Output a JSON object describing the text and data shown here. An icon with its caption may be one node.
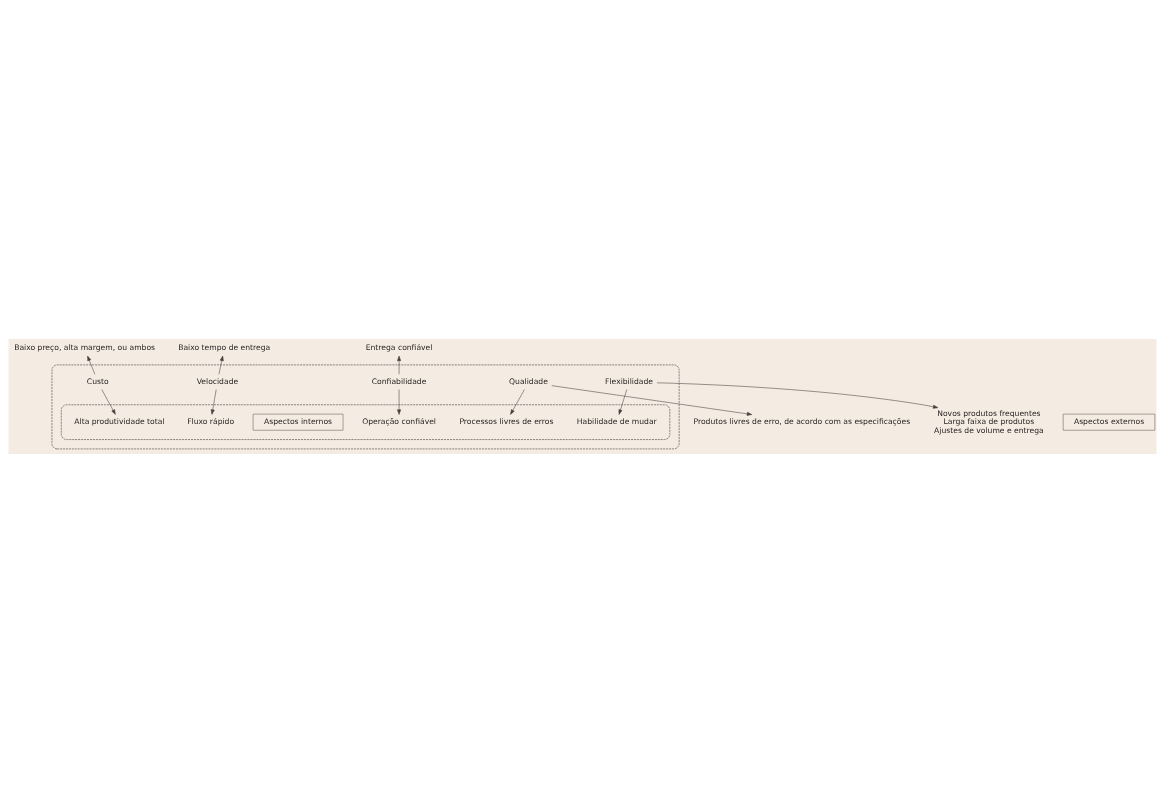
{
  "diagram": {
    "nodes": [
      {
        "text": [],
        "shape": "ellipse"
      },
      {
        "text": [
          "Baixo preço, alta margem, ou ambos"
        ]
      },
      {
        "text": [
          "Baixo tempo de entrega"
        ]
      },
      {
        "text": [
          "Custo"
        ],
        "in": 0
      },
      {
        "text": [
          "Entrega confiável"
        ]
      },
      {
        "text": [
          "Velocidade"
        ],
        "in": 0
      },
      {
        "text": [],
        "shape": "ellipse",
        "in": 0
      },
      {
        "text": [
          "Alta produtividade total"
        ],
        "in": 6
      },
      {
        "text": [
          "Confiabilidade"
        ],
        "in": 0
      },
      {
        "text": [
          "Fluxo rápido"
        ],
        "in": 6
      },
      {
        "text": [
          "Operação confiável"
        ],
        "in": 6
      },
      {
        "text": [
          "Aspectos internos"
        ],
        "in": 6
      },
      {
        "text": [
          "Processos livres de erros"
        ],
        "in": 6
      },
      {
        "text": [
          "Habilidade de mudar"
        ],
        "in": 6
      },
      {
        "text": [
          "Qualidade"
        ],
        "in": 0
      },
      {
        "text": [
          "Flexibilidade"
        ],
        "in": 0
      },
      {
        "text": [
          "Produtos livres de erro, de acordo com as especificações"
        ]
      },
      {
        "text": [
          "Novos produtos frequentes",
          "Larga faixa de produtos",
          "Ajustes de volume e entrega"
        ]
      },
      {
        "text": [
          "Aspectos externos"
        ]
      }
    ],
    "edges": [
      {
        "from": 3,
        "to": 1,
        "arrow": "to"
      },
      {
        "from": 3,
        "to": 7,
        "arrow": "to"
      },
      {
        "from": 5,
        "to": 2,
        "arrow": "to"
      },
      {
        "from": 5,
        "to": 9,
        "arrow": "to"
      },
      {
        "from": 8,
        "to": 4,
        "arrow": "to"
      },
      {
        "from": 8,
        "to": 10,
        "arrow": "to"
      },
      {
        "from": 14,
        "to": 12,
        "arrow": "to"
      },
      {
        "from": 14,
        "to": 16,
        "arrow": "to"
      },
      {
        "from": 15,
        "to": 13,
        "arrow": "to"
      },
      {
        "from": 15,
        "to": 17,
        "arrow": "to"
      }
    ]
  }
}
